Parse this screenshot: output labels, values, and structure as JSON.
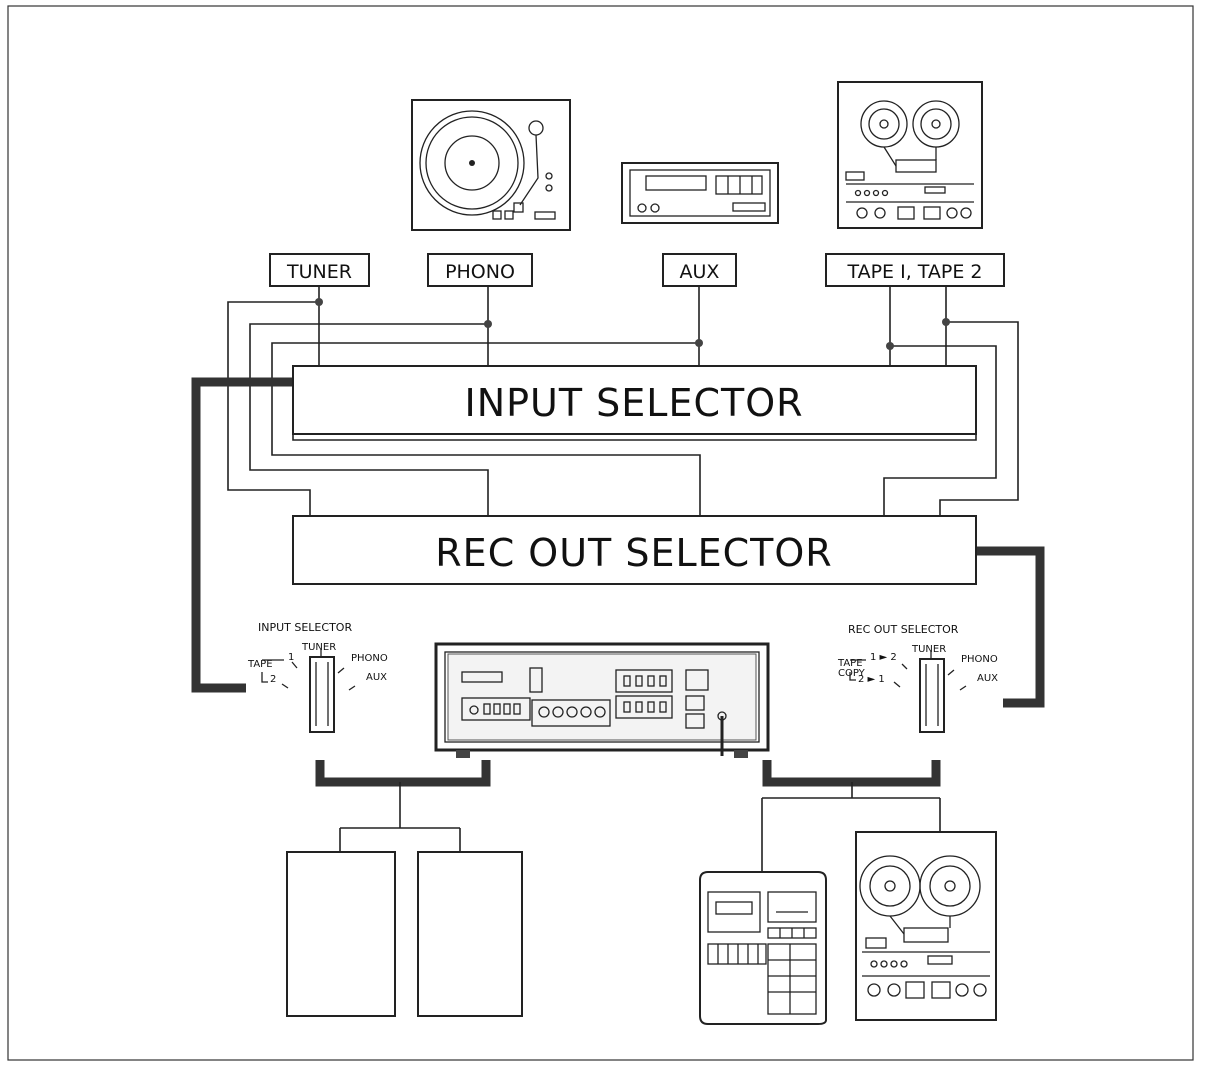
{
  "sources": {
    "tuner": "TUNER",
    "phono": "PHONO",
    "aux": "AUX",
    "tape": "TAPE I, TAPE 2"
  },
  "selectors": {
    "input": "INPUT SELECTOR",
    "rec_out": "REC OUT SELECTOR"
  },
  "input_knob": {
    "title": "INPUT SELECTOR",
    "tuner": "TUNER",
    "phono": "PHONO",
    "aux": "AUX",
    "tape": "TAPE",
    "pos1": "1",
    "pos2": "2"
  },
  "rec_knob": {
    "title": "REC OUT SELECTOR",
    "tuner": "TUNER",
    "phono": "PHONO",
    "aux": "AUX",
    "tape": "TAPE",
    "copy": "COPY",
    "copy1": "1 ► 2",
    "copy2": "2 ► 1"
  },
  "icons": {
    "turntable": "turntable-icon",
    "cassette_deck": "cassette-deck-icon",
    "reel_to_reel": "reel-to-reel-icon",
    "amplifier_rear": "amplifier-rear-panel-icon",
    "speaker": "speaker-icon"
  }
}
